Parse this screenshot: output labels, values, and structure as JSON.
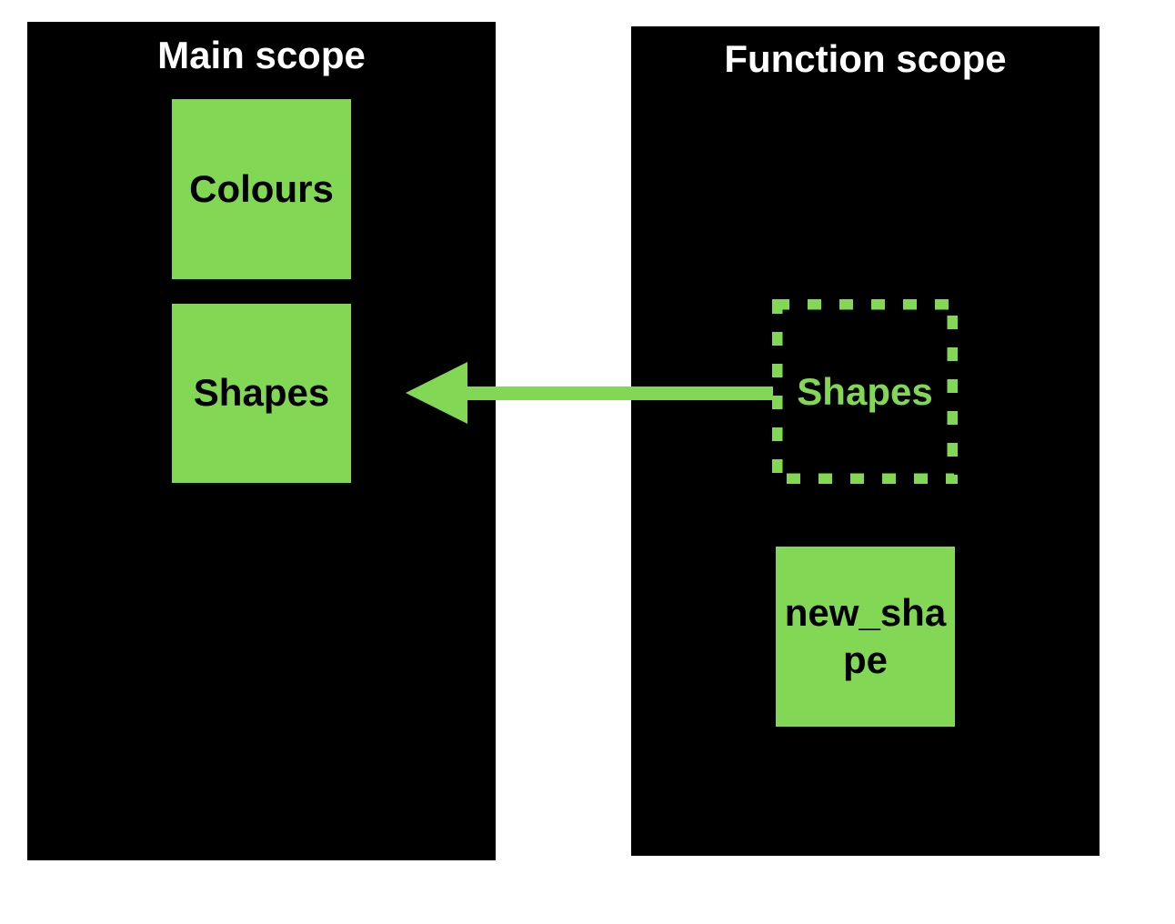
{
  "main_scope": {
    "title": "Main scope",
    "variables": [
      "Colours",
      "Shapes"
    ]
  },
  "function_scope": {
    "title": "Function scope",
    "reference_label": "Shapes",
    "variables": [
      "new_shape"
    ]
  },
  "colors": {
    "scope_background": "#000000",
    "variable_fill": "#82d855",
    "arrow": "#82d855",
    "scope_title_text": "#ffffff"
  }
}
